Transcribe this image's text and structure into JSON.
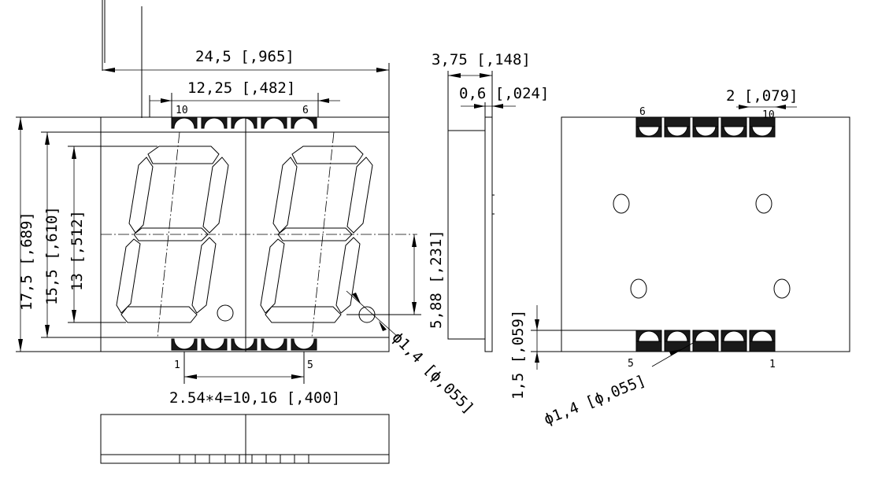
{
  "front_view": {
    "width_label": "24,5 [,965]",
    "pin_span_label": "12,25 [,482]",
    "height_label": "17,5 [,689]",
    "inner_height_label": "15,5 [,610]",
    "digit_height_label": "13 [,512]",
    "mid_offset_label": "5,88 [,231]",
    "dp_diameter_label": "ϕ1,4 [ϕ,055]",
    "pitch_label": "2.54∗4=10,16 [,400]",
    "pins": {
      "top_left": "10",
      "top_right": "6",
      "bottom_left": "1",
      "bottom_right": "5"
    }
  },
  "side_view": {
    "depth_label": "3,75 [,148]",
    "thickness_label": "0,6 [,024]"
  },
  "back_view": {
    "pad_width_label": "2 [,079]",
    "pad_height_label": "1,5 [,059]",
    "hole_label": "ϕ1,4 [ϕ,055]",
    "pins": {
      "top_left": "6",
      "top_right": "10",
      "bottom_left": "5",
      "bottom_right": "1"
    }
  }
}
